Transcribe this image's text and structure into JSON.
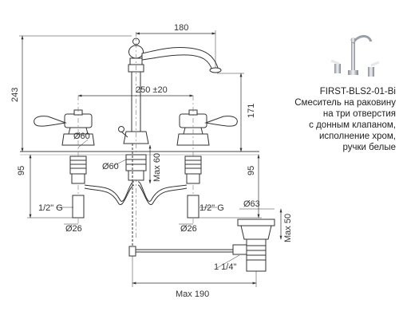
{
  "product": {
    "code": "FIRST-BLS2-01-Bi",
    "description_lines": [
      "Смеситель на раковину",
      "на три отверстия",
      "с донным клапаном,",
      "исполнение хром,",
      "ручки белые"
    ]
  },
  "dimensions": {
    "spout_reach": "180",
    "total_height": "243",
    "spout_height": "171",
    "handle_spacing": "250 ±20",
    "base_left": "Ø60",
    "base_center": "Ø60",
    "max_deck": "Max 60",
    "below_left": "95",
    "below_right": "95",
    "thread_left": "1/2\" G",
    "thread_right": "1/2\" G",
    "hose_left": "Ø26",
    "hose_right": "Ø26",
    "drain_top": "Ø63",
    "drain_height": "Max 50",
    "drain_thread": "1 1/4\"",
    "rod_length": "Max 190"
  },
  "icons": {
    "thumbnail": "chrome-faucet-set-icon"
  }
}
